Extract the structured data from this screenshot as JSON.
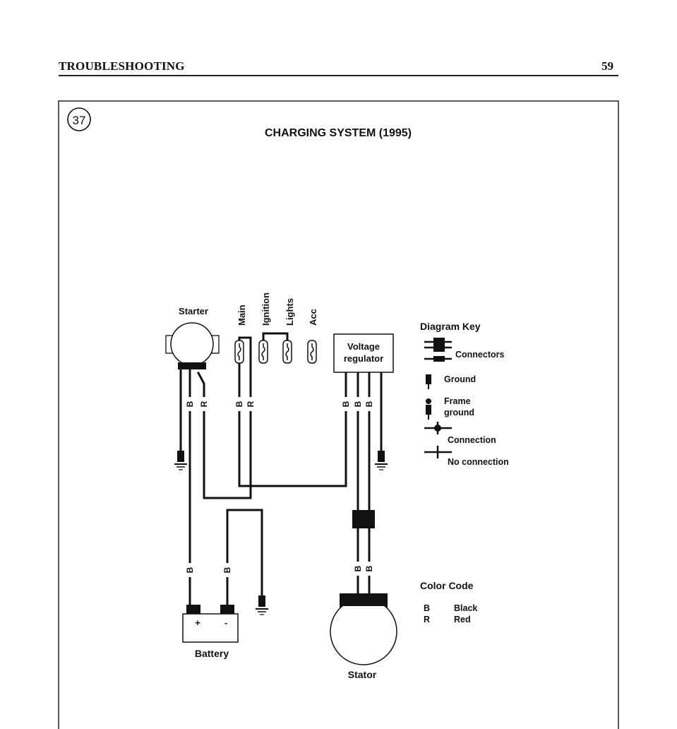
{
  "header": {
    "section": "TROUBLESHOOTING",
    "page_number": "59"
  },
  "figure": {
    "number": "37",
    "title": "CHARGING SYSTEM (1995)",
    "components": {
      "starter": "Starter",
      "voltage_regulator_line1": "Voltage",
      "voltage_regulator_line2": "regulator",
      "battery": "Battery",
      "battery_plus": "+",
      "battery_minus": "-",
      "stator": "Stator"
    },
    "fuses": [
      "Main",
      "Ignition",
      "Lights",
      "Acc"
    ],
    "wire_codes": {
      "starter_black": "B",
      "starter_red": "R",
      "main_black": "B",
      "main_red": "R",
      "reg_1": "B",
      "reg_2": "B",
      "reg_3": "B",
      "battery_pos": "B",
      "battery_neg": "B",
      "stator_1": "B",
      "stator_2": "B"
    },
    "diagram_key": {
      "title": "Diagram Key",
      "connectors": "Connectors",
      "ground": "Ground",
      "frame_ground_line1": "Frame",
      "frame_ground_line2": "ground",
      "connection": "Connection",
      "no_connection": "No connection"
    },
    "color_code": {
      "title": "Color Code",
      "entries": [
        {
          "code": "B",
          "color": "Black"
        },
        {
          "code": "R",
          "color": "Red"
        }
      ]
    }
  }
}
